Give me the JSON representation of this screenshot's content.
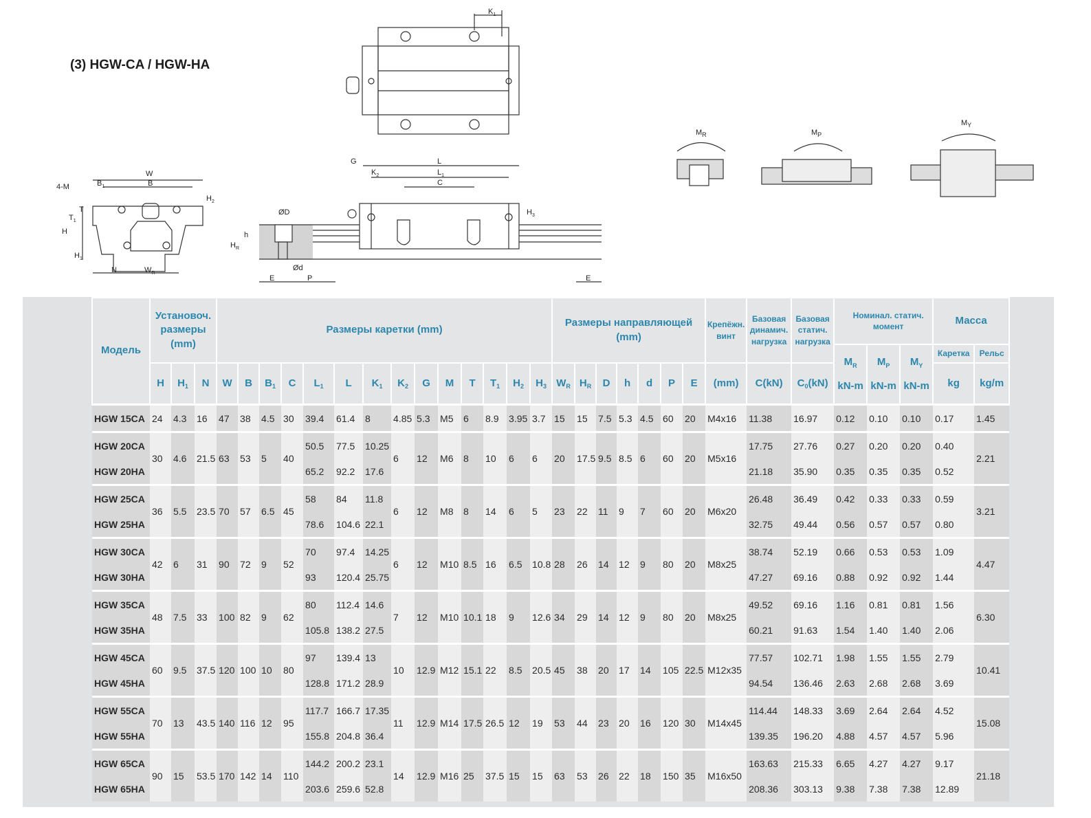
{
  "title": "(3) HGW-CA / HGW-HA",
  "drawing_labels": {
    "K1": "K",
    "K1_sub": "1",
    "W": "W",
    "B": "B",
    "B1": "B",
    "B1_sub": "1",
    "four_M": "4-M",
    "H": "H",
    "H1": "H",
    "H1_sub": "1",
    "T": "T",
    "T1": "T",
    "T1_sub": "1",
    "H2": "H",
    "H2_sub": "2",
    "N": "N",
    "WR": "W",
    "WR_sub": "R",
    "G": "G",
    "K2": "K",
    "K2_sub": "2",
    "L": "L",
    "L1": "L",
    "L1_sub": "1",
    "C": "C",
    "D": "ØD",
    "h": "h",
    "HR": "H",
    "HR_sub": "R",
    "d": "Ød",
    "E": "E",
    "P": "P",
    "H3": "H",
    "H3_sub": "3",
    "E2": "E",
    "MR": "M",
    "MR_sub": "R",
    "MP": "M",
    "MP_sub": "P",
    "MY": "M",
    "MY_sub": "Y"
  },
  "table": {
    "model_header": "Модель",
    "groups": {
      "mount": "Установоч. размеры (mm)",
      "block": "Размеры каретки (mm)",
      "rail": "Размеры направляющей (mm)",
      "screw": "Крепёжн. винт",
      "dyn": "Базовая динамич. нагрузка",
      "stat": "Базовая статич. нагрузка",
      "moment": "Номинал. статич. момент",
      "mass": "Масса"
    },
    "moment_cols": [
      {
        "sym": "M",
        "sub": "R",
        "unit": "kN-m"
      },
      {
        "sym": "M",
        "sub": "P",
        "unit": "kN-m"
      },
      {
        "sym": "M",
        "sub": "Y",
        "unit": "kN-m"
      }
    ],
    "mass_cols": [
      {
        "label": "Каретка",
        "unit": "kg"
      },
      {
        "label": "Рельс",
        "unit": "kg/m"
      }
    ],
    "symbols": [
      {
        "sym": "H",
        "sub": ""
      },
      {
        "sym": "H",
        "sub": "1"
      },
      {
        "sym": "N",
        "sub": ""
      },
      {
        "sym": "W",
        "sub": ""
      },
      {
        "sym": "B",
        "sub": ""
      },
      {
        "sym": "B",
        "sub": "1"
      },
      {
        "sym": "C",
        "sub": ""
      },
      {
        "sym": "L",
        "sub": "1"
      },
      {
        "sym": "L",
        "sub": ""
      },
      {
        "sym": "K",
        "sub": "1"
      },
      {
        "sym": "K",
        "sub": "2"
      },
      {
        "sym": "G",
        "sub": ""
      },
      {
        "sym": "M",
        "sub": ""
      },
      {
        "sym": "T",
        "sub": ""
      },
      {
        "sym": "T",
        "sub": "1"
      },
      {
        "sym": "H",
        "sub": "2"
      },
      {
        "sym": "H",
        "sub": "3"
      },
      {
        "sym": "W",
        "sub": "R"
      },
      {
        "sym": "H",
        "sub": "R"
      },
      {
        "sym": "D",
        "sub": ""
      },
      {
        "sym": "h",
        "sub": ""
      },
      {
        "sym": "d",
        "sub": ""
      },
      {
        "sym": "P",
        "sub": ""
      },
      {
        "sym": "E",
        "sub": ""
      },
      {
        "sym": "(mm)",
        "sub": ""
      },
      {
        "sym": "C(kN)",
        "sub": ""
      },
      {
        "sym": "C",
        "sub": "0",
        "tail": "(kN)"
      }
    ],
    "row_groups": [
      {
        "rows": [
          {
            "model": "HGW 15CA",
            "values": [
              "24",
              "4.3",
              "16",
              "47",
              "38",
              "4.5",
              "30",
              "39.4",
              "61.4",
              "8",
              "4.85",
              "5.3",
              "M5",
              "6",
              "8.9",
              "3.95",
              "3.7",
              "15",
              "15",
              "7.5",
              "5.3",
              "4.5",
              "60",
              "20",
              "M4x16",
              "11.38",
              "16.97",
              "0.12",
              "0.10",
              "0.10",
              "0.17",
              "1.45"
            ]
          }
        ]
      },
      {
        "rows": [
          {
            "model": "HGW 20CA",
            "values": [
              "30",
              "4.6",
              "21.5",
              "63",
              "53",
              "5",
              "40",
              "50.5",
              "77.5",
              "10.25",
              "6",
              "12",
              "M6",
              "8",
              "10",
              "6",
              "6",
              "20",
              "17.5",
              "9.5",
              "8.5",
              "6",
              "60",
              "20",
              "M5x16",
              "17.75",
              "27.76",
              "0.27",
              "0.20",
              "0.20",
              "0.40",
              "2.21"
            ]
          },
          {
            "model": "HGW 20HA",
            "values": [
              "30",
              "4.6",
              "21.5",
              "63",
              "53",
              "5",
              "40",
              "65.2",
              "92.2",
              "17.6",
              "6",
              "12",
              "M6",
              "8",
              "10",
              "6",
              "6",
              "20",
              "17.5",
              "9.5",
              "8.5",
              "6",
              "60",
              "20",
              "M5x16",
              "21.18",
              "35.90",
              "0.35",
              "0.35",
              "0.35",
              "0.52",
              "2.21"
            ]
          }
        ]
      },
      {
        "rows": [
          {
            "model": "HGW 25CA",
            "values": [
              "36",
              "5.5",
              "23.5",
              "70",
              "57",
              "6.5",
              "45",
              "58",
              "84",
              "11.8",
              "6",
              "12",
              "M8",
              "8",
              "14",
              "6",
              "5",
              "23",
              "22",
              "11",
              "9",
              "7",
              "60",
              "20",
              "M6x20",
              "26.48",
              "36.49",
              "0.42",
              "0.33",
              "0.33",
              "0.59",
              "3.21"
            ]
          },
          {
            "model": "HGW 25HA",
            "values": [
              "36",
              "5.5",
              "23.5",
              "70",
              "57",
              "6.5",
              "45",
              "78.6",
              "104.6",
              "22.1",
              "6",
              "12",
              "M8",
              "8",
              "14",
              "6",
              "5",
              "23",
              "22",
              "11",
              "9",
              "7",
              "60",
              "20",
              "M6x20",
              "32.75",
              "49.44",
              "0.56",
              "0.57",
              "0.57",
              "0.80",
              "3.21"
            ]
          }
        ]
      },
      {
        "rows": [
          {
            "model": "HGW 30CA",
            "values": [
              "42",
              "6",
              "31",
              "90",
              "72",
              "9",
              "52",
              "70",
              "97.4",
              "14.25",
              "6",
              "12",
              "M10",
              "8.5",
              "16",
              "6.5",
              "10.8",
              "28",
              "26",
              "14",
              "12",
              "9",
              "80",
              "20",
              "M8x25",
              "38.74",
              "52.19",
              "0.66",
              "0.53",
              "0.53",
              "1.09",
              "4.47"
            ]
          },
          {
            "model": "HGW 30HA",
            "values": [
              "42",
              "6",
              "31",
              "90",
              "72",
              "9",
              "52",
              "93",
              "120.4",
              "25.75",
              "6",
              "12",
              "M10",
              "8.5",
              "16",
              "6.5",
              "10.8",
              "28",
              "26",
              "14",
              "12",
              "9",
              "80",
              "20",
              "M8x25",
              "47.27",
              "69.16",
              "0.88",
              "0.92",
              "0.92",
              "1.44",
              "4.47"
            ]
          }
        ]
      },
      {
        "rows": [
          {
            "model": "HGW 35CA",
            "values": [
              "48",
              "7.5",
              "33",
              "100",
              "82",
              "9",
              "62",
              "80",
              "112.4",
              "14.6",
              "7",
              "12",
              "M10",
              "10.1",
              "18",
              "9",
              "12.6",
              "34",
              "29",
              "14",
              "12",
              "9",
              "80",
              "20",
              "M8x25",
              "49.52",
              "69.16",
              "1.16",
              "0.81",
              "0.81",
              "1.56",
              "6.30"
            ]
          },
          {
            "model": "HGW 35HA",
            "values": [
              "48",
              "7.5",
              "33",
              "100",
              "82",
              "9",
              "62",
              "105.8",
              "138.2",
              "27.5",
              "7",
              "12",
              "M10",
              "10.1",
              "18",
              "9",
              "12.6",
              "34",
              "29",
              "14",
              "12",
              "9",
              "80",
              "20",
              "M8x25",
              "60.21",
              "91.63",
              "1.54",
              "1.40",
              "1.40",
              "2.06",
              "6.30"
            ]
          }
        ]
      },
      {
        "rows": [
          {
            "model": "HGW 45CA",
            "values": [
              "60",
              "9.5",
              "37.5",
              "120",
              "100",
              "10",
              "80",
              "97",
              "139.4",
              "13",
              "10",
              "12.9",
              "M12",
              "15.1",
              "22",
              "8.5",
              "20.5",
              "45",
              "38",
              "20",
              "17",
              "14",
              "105",
              "22.5",
              "M12x35",
              "77.57",
              "102.71",
              "1.98",
              "1.55",
              "1.55",
              "2.79",
              "10.41"
            ]
          },
          {
            "model": "HGW 45HA",
            "values": [
              "60",
              "9.5",
              "37.5",
              "120",
              "100",
              "10",
              "80",
              "128.8",
              "171.2",
              "28.9",
              "10",
              "12.9",
              "M12",
              "15.1",
              "22",
              "8.5",
              "20.5",
              "45",
              "38",
              "20",
              "17",
              "14",
              "105",
              "22.5",
              "M12x35",
              "94.54",
              "136.46",
              "2.63",
              "2.68",
              "2.68",
              "3.69",
              "10.41"
            ]
          }
        ]
      },
      {
        "rows": [
          {
            "model": "HGW 55CA",
            "values": [
              "70",
              "13",
              "43.5",
              "140",
              "116",
              "12",
              "95",
              "117.7",
              "166.7",
              "17.35",
              "11",
              "12.9",
              "M14",
              "17.5",
              "26.5",
              "12",
              "19",
              "53",
              "44",
              "23",
              "20",
              "16",
              "120",
              "30",
              "M14x45",
              "114.44",
              "148.33",
              "3.69",
              "2.64",
              "2.64",
              "4.52",
              "15.08"
            ]
          },
          {
            "model": "HGW 55HA",
            "values": [
              "70",
              "13",
              "43.5",
              "140",
              "116",
              "12",
              "95",
              "155.8",
              "204.8",
              "36.4",
              "11",
              "12.9",
              "M14",
              "17.5",
              "26.5",
              "12",
              "19",
              "53",
              "44",
              "23",
              "20",
              "16",
              "120",
              "30",
              "M14x45",
              "139.35",
              "196.20",
              "4.88",
              "4.57",
              "4.57",
              "5.96",
              "15.08"
            ]
          }
        ]
      },
      {
        "rows": [
          {
            "model": "HGW 65CA",
            "values": [
              "90",
              "15",
              "53.5",
              "170",
              "142",
              "14",
              "110",
              "144.2",
              "200.2",
              "23.1",
              "14",
              "12.9",
              "M16",
              "25",
              "37.5",
              "15",
              "15",
              "63",
              "53",
              "26",
              "22",
              "18",
              "150",
              "35",
              "M16x50",
              "163.63",
              "215.33",
              "6.65",
              "4.27",
              "4.27",
              "9.17",
              "21.18"
            ]
          },
          {
            "model": "HGW 65HA",
            "values": [
              "90",
              "15",
              "53.5",
              "170",
              "142",
              "14",
              "110",
              "203.6",
              "259.6",
              "52.8",
              "14",
              "12.9",
              "M16",
              "25",
              "37.5",
              "15",
              "15",
              "63",
              "53",
              "26",
              "22",
              "18",
              "150",
              "35",
              "M16x50",
              "208.36",
              "303.13",
              "9.38",
              "7.38",
              "7.38",
              "12.89",
              "21.18"
            ]
          }
        ]
      }
    ]
  }
}
